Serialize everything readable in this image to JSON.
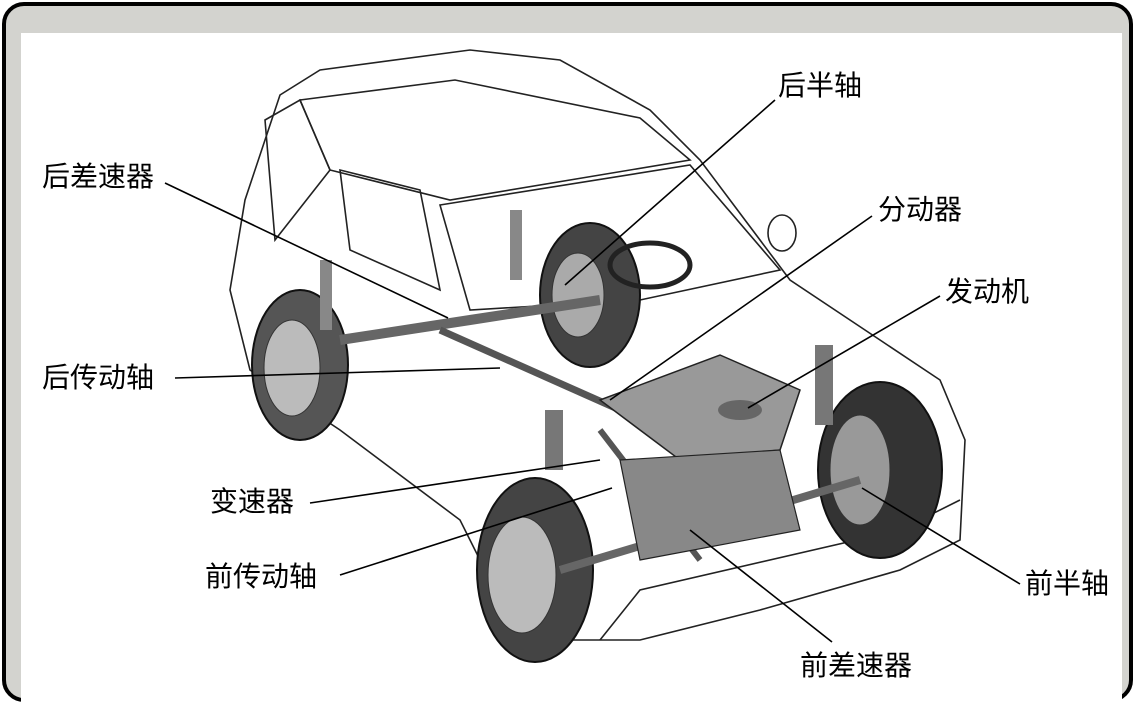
{
  "labels": {
    "rear_half_shaft": "后半轴",
    "rear_differential": "后差速器",
    "transfer_case": "分动器",
    "engine": "发动机",
    "rear_drive_shaft": "后传动轴",
    "transmission": "变速器",
    "front_drive_shaft": "前传动轴",
    "front_half_shaft": "前半轴",
    "front_differential": "前差速器"
  }
}
